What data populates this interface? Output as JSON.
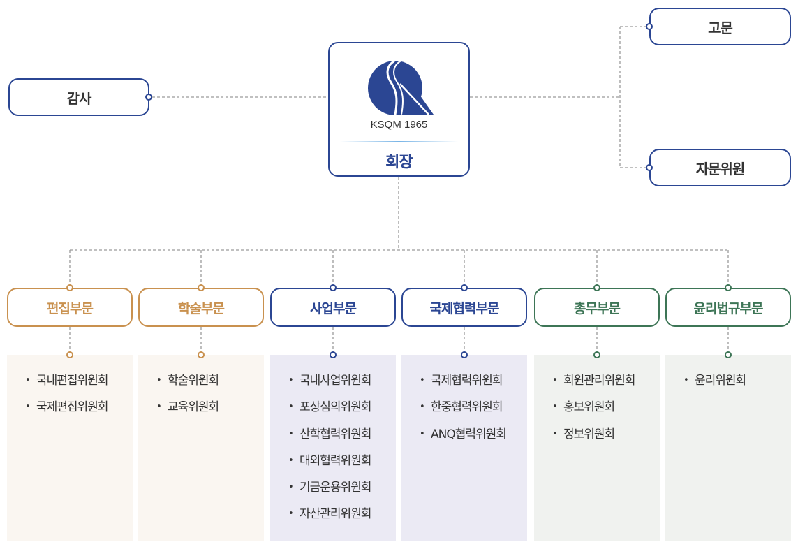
{
  "colors": {
    "navy": "#2b4693",
    "orange": "#c9914f",
    "green": "#3d7556",
    "connector": "#9a9a9a",
    "panel_orange": "#faf6f1",
    "panel_navy": "#ebeaf4",
    "panel_green": "#f0f2ef"
  },
  "president": {
    "logo_icon": "ksqm-logo-icon",
    "logo_caption": "KSQM 1965",
    "title": "회장"
  },
  "side_nodes": {
    "audit": "감사",
    "advisor": "고문",
    "advisory_committee": "자문위원"
  },
  "departments": [
    {
      "name": "편집부문",
      "theme": "orange",
      "committees": [
        "국내편집위원회",
        "국제편집위원회"
      ]
    },
    {
      "name": "학술부문",
      "theme": "orange",
      "committees": [
        "학술위원회",
        "교육위원회"
      ]
    },
    {
      "name": "사업부문",
      "theme": "navy",
      "committees": [
        "국내사업위원회",
        "포상심의위원회",
        "산학협력위원회",
        "대외협력위원회",
        "기금운용위원회",
        "자산관리위원회"
      ]
    },
    {
      "name": "국제협력부문",
      "theme": "navy",
      "committees": [
        "국제협력위원회",
        "한중협력위원회",
        "ANQ협력위원회"
      ]
    },
    {
      "name": "총무부문",
      "theme": "green",
      "committees": [
        "회원관리위원회",
        "홍보위원회",
        "정보위원회"
      ]
    },
    {
      "name": "윤리법규부문",
      "theme": "green",
      "committees": [
        "윤리위원회"
      ]
    }
  ],
  "bullet": "•"
}
